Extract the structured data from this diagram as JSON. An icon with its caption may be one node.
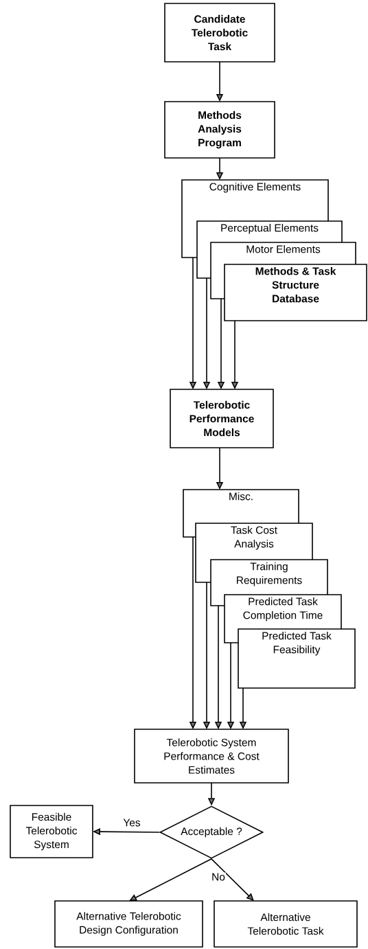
{
  "diagram": {
    "nodes": [
      {
        "text": [
          "Candidate Telerobotic Task"
        ]
      },
      {
        "text": [
          "Methods Analysis Program"
        ]
      },
      {
        "text": [
          "Cognitive Elements"
        ]
      },
      {
        "text": [
          "Perceptual Elements"
        ]
      },
      {
        "text": [
          "Motor Elements"
        ]
      },
      {
        "text": [
          "Methods & Task Structure Database"
        ]
      },
      {
        "text": [
          "Telerobotic Performance Models"
        ]
      },
      {
        "text": [
          "Misc."
        ]
      },
      {
        "text": [
          "Task Cost Analysis"
        ]
      },
      {
        "text": [
          "Training Requirements"
        ]
      },
      {
        "text": [
          "Predicted Task Completion Time"
        ]
      },
      {
        "text": [
          "Predicted Task Feasibility"
        ]
      },
      {
        "text": [
          "Telerobotic System Performance & Cost Estimates"
        ]
      },
      {
        "text": [
          "Acceptable ?"
        ]
      },
      {
        "text": [
          "Feasible Telerobotic System"
        ]
      },
      {
        "text": [
          "Alternative Telerobotic Design Configuration"
        ]
      },
      {
        "text": [
          "Alternative Telerobotic Task"
        ]
      }
    ],
    "edges": [
      {
        "from": 0,
        "to": 1,
        "arrow": "to"
      },
      {
        "from": 1,
        "to": 2,
        "arrow": "to"
      },
      {
        "from": 2,
        "to": 6,
        "arrow": "to"
      },
      {
        "from": 3,
        "to": 6,
        "arrow": "to"
      },
      {
        "from": 4,
        "to": 6,
        "arrow": "to"
      },
      {
        "from": 5,
        "to": 6,
        "arrow": "to"
      },
      {
        "from": 6,
        "to": 7,
        "arrow": "to"
      },
      {
        "from": 7,
        "to": 12,
        "arrow": "to"
      },
      {
        "from": 8,
        "to": 12,
        "arrow": "to"
      },
      {
        "from": 9,
        "to": 12,
        "arrow": "to"
      },
      {
        "from": 10,
        "to": 12,
        "arrow": "to"
      },
      {
        "from": 11,
        "to": 12,
        "arrow": "to"
      },
      {
        "from": 12,
        "to": 13,
        "arrow": "to"
      },
      {
        "from": 13,
        "to": 14,
        "label": "Yes",
        "arrow": "to"
      },
      {
        "from": 13,
        "to": 15,
        "label": "No",
        "arrow": "to"
      },
      {
        "from": 13,
        "to": 16,
        "arrow": "to"
      }
    ]
  }
}
